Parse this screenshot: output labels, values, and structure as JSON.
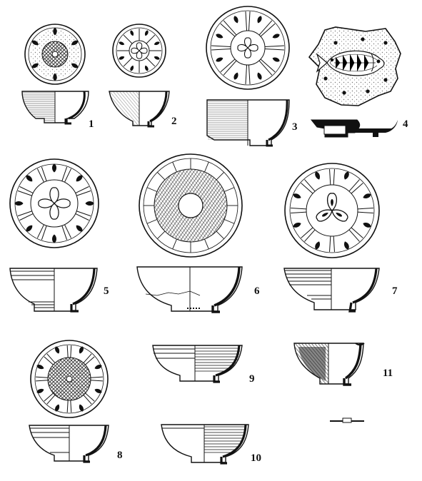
{
  "figure": {
    "numbers": [
      "1",
      "2",
      "3",
      "4",
      "5",
      "6",
      "7",
      "8",
      "9",
      "10",
      "11"
    ]
  },
  "colors": {
    "ink": "#1a1a1a",
    "hatch": "#3a3a3a",
    "stipple": "#8c8c8c",
    "background": "#ffffff"
  }
}
